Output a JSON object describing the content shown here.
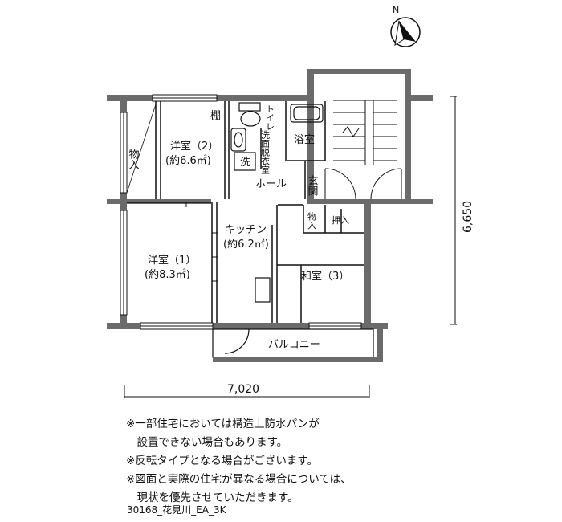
{
  "compass": {
    "north_label": "N"
  },
  "rooms": {
    "western_room_2": {
      "name": "洋室（2）",
      "area": "(約6.6㎡)"
    },
    "western_room_1": {
      "name": "洋室（1）",
      "area": "(約8.3㎡)"
    },
    "kitchen": {
      "name": "キッチン",
      "area": "(約6.2㎡)"
    },
    "japanese_room_3": {
      "name": "和室（3）"
    },
    "storage_left": "物入",
    "storage_small": "物入",
    "oshiire": "押入",
    "shelf": "棚",
    "toilet": "トイレ",
    "washroom": "洗面脱衣室",
    "washer": "洗",
    "bath": "浴室",
    "entrance": "玄関",
    "hall": "ホール",
    "balcony": "バルコニー"
  },
  "dimensions": {
    "width": "7,020",
    "depth": "6,650"
  },
  "notes": [
    "※一部住宅においては構造上防水パンが",
    "　設置できない場合もあります。",
    "※反転タイプとなる場合がございます。",
    "※図面と実際の住宅が異なる場合については、",
    "　現状を優先させていただきます。"
  ],
  "plan_code": "30168_花見川_EA_3K"
}
